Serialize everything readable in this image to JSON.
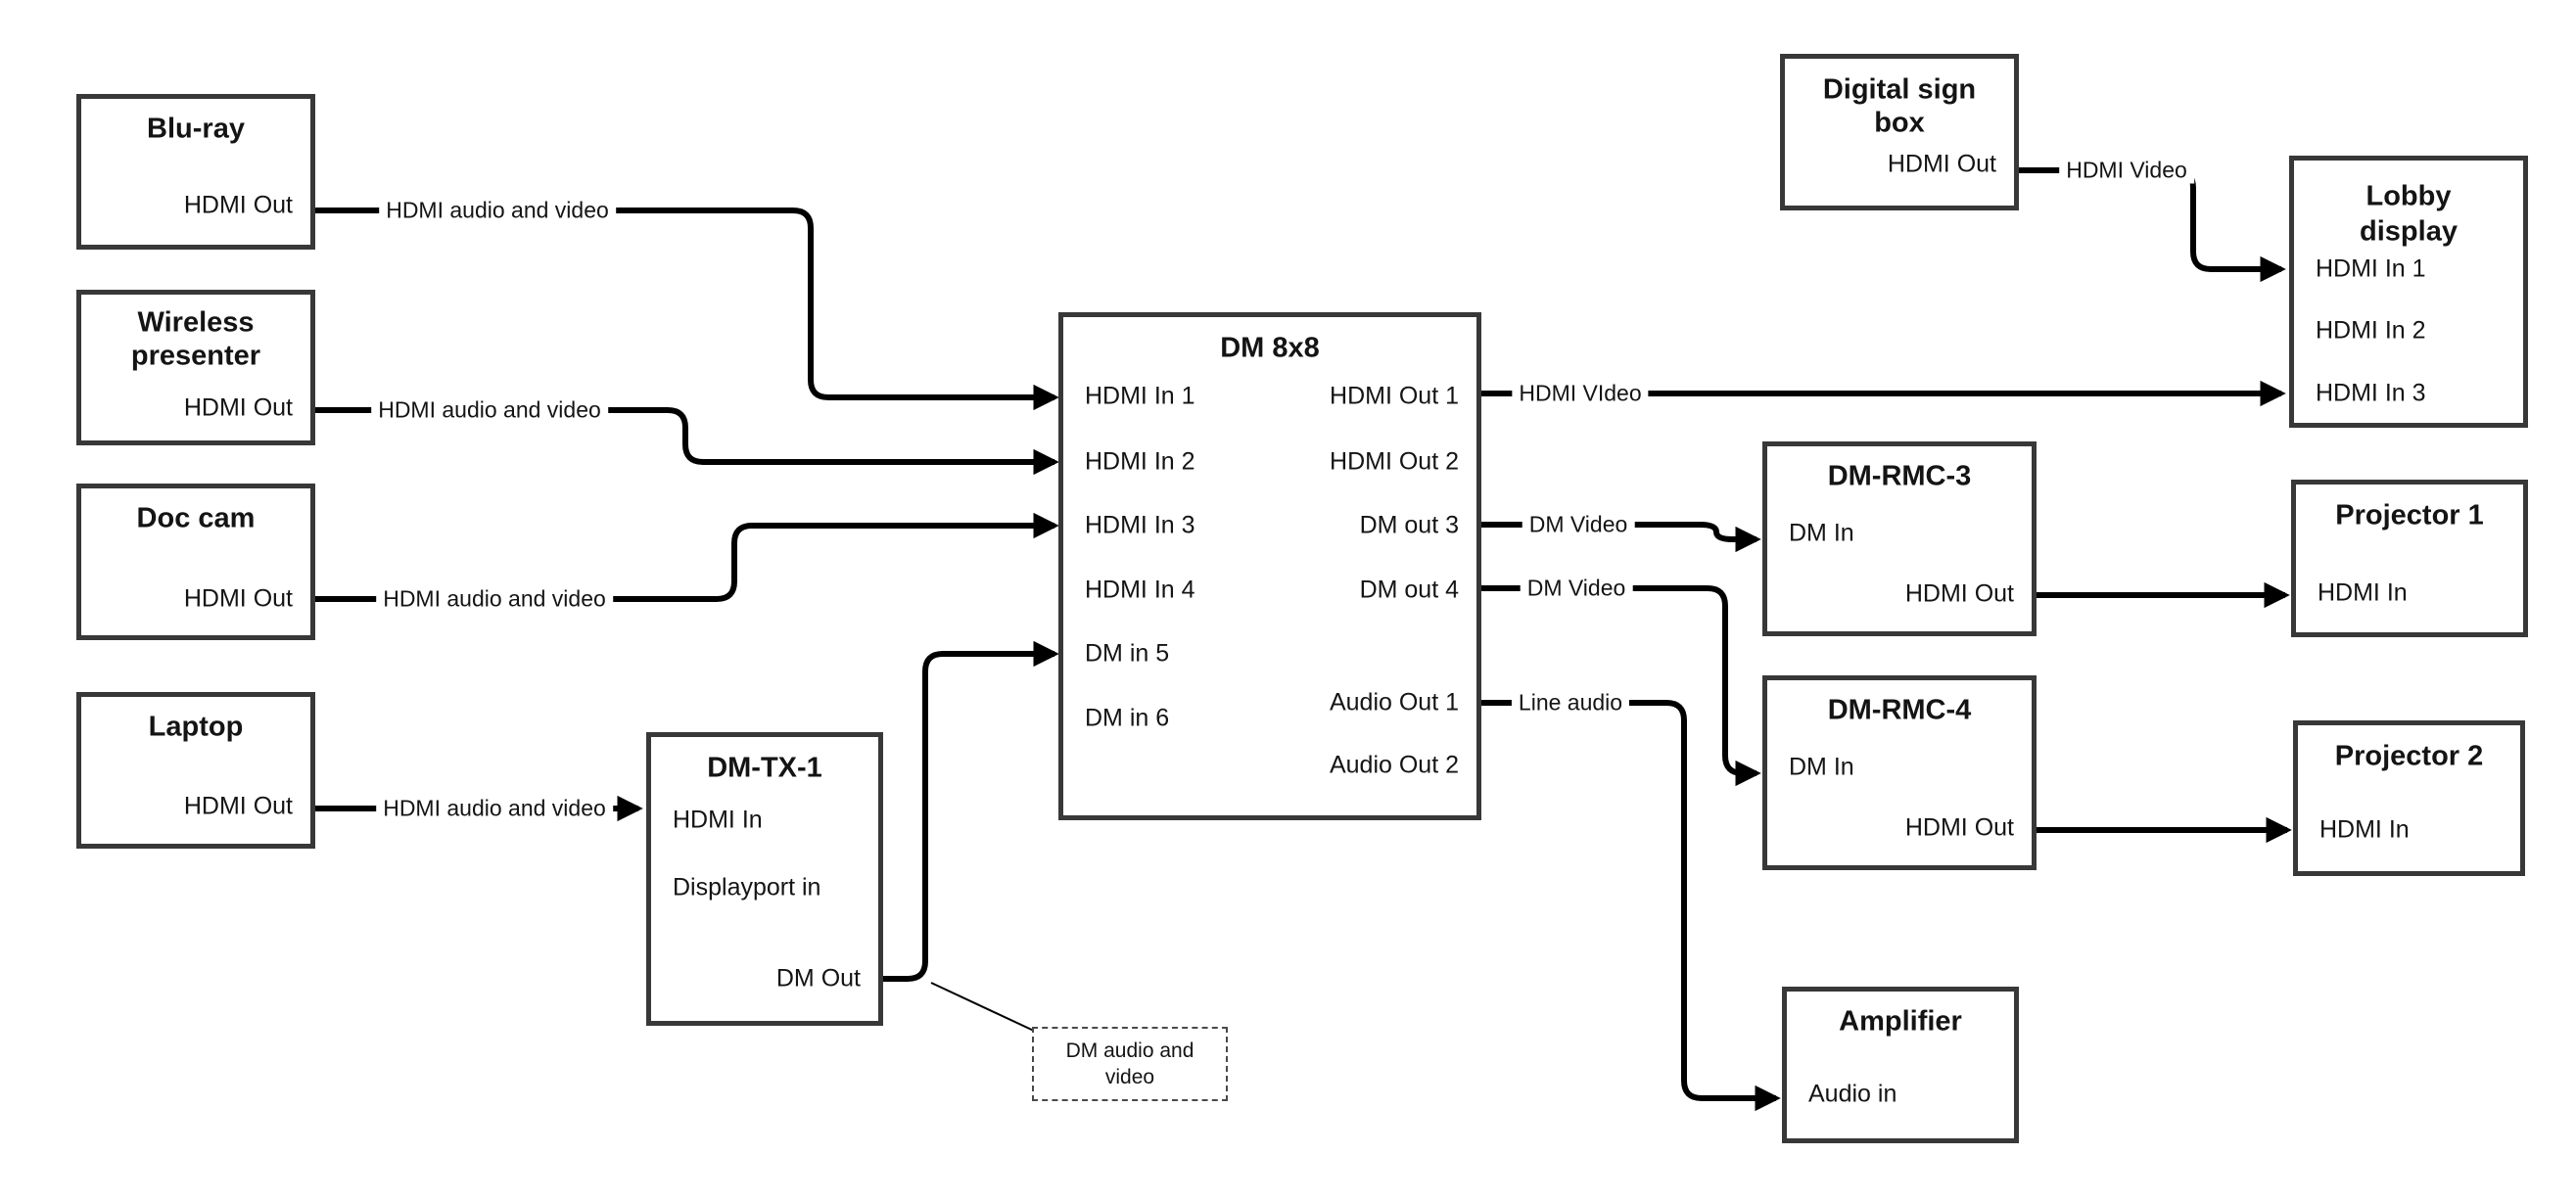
{
  "colors": {
    "box_border": "#383838",
    "connector": "#000000",
    "text": "#141414"
  },
  "nodes": {
    "bluray": {
      "title": "Blu-ray",
      "port_out": "HDMI Out"
    },
    "wireless": {
      "title_line1": "Wireless",
      "title_line2": "presenter",
      "port_out": "HDMI Out"
    },
    "doccam": {
      "title": "Doc cam",
      "port_out": "HDMI Out"
    },
    "laptop": {
      "title": "Laptop",
      "port_out": "HDMI Out"
    },
    "dmtx1": {
      "title": "DM-TX-1",
      "port_in1": "HDMI In",
      "port_in2": "Displayport in",
      "port_out": "DM Out"
    },
    "dm8x8": {
      "title": "DM 8x8",
      "inputs": [
        "HDMI In 1",
        "HDMI In 2",
        "HDMI In 3",
        "HDMI In 4",
        "DM in 5",
        "DM in 6"
      ],
      "outputs": [
        "HDMI Out 1",
        "HDMI Out 2",
        "DM out 3",
        "DM out 4",
        "Audio Out 1",
        "Audio Out 2"
      ]
    },
    "digital_sign": {
      "title_line1": "Digital sign",
      "title_line2": "box",
      "port_out": "HDMI Out"
    },
    "lobby": {
      "title_line1": "Lobby",
      "title_line2": "display",
      "inputs": [
        "HDMI In 1",
        "HDMI In 2",
        "HDMI In 3"
      ]
    },
    "rmc3": {
      "title": "DM-RMC-3",
      "port_in": "DM In",
      "port_out": "HDMI Out"
    },
    "rmc4": {
      "title": "DM-RMC-4",
      "port_in": "DM In",
      "port_out": "HDMI Out"
    },
    "proj1": {
      "title": "Projector 1",
      "port_in": "HDMI In"
    },
    "proj2": {
      "title": "Projector 2",
      "port_in": "HDMI In"
    },
    "amp": {
      "title": "Amplifier",
      "port_in": "Audio in"
    },
    "note": {
      "line1": "DM audio and",
      "line2": "video"
    }
  },
  "edge_labels": {
    "bluray_to_dm8x8": "HDMI audio and video",
    "wireless_to_dm8x8": "HDMI audio and video",
    "doccam_to_dm8x8": "HDMI audio and video",
    "laptop_to_dmtx1": "HDMI audio and video",
    "hdmi_out1_to_lobby": "HDMI VIdeo",
    "sign_to_lobby": "HDMI Video",
    "dm_out3_to_rmc3": "DM Video",
    "dm_out4_to_rmc4": "DM Video",
    "audio_out1_to_amp": "Line audio"
  }
}
